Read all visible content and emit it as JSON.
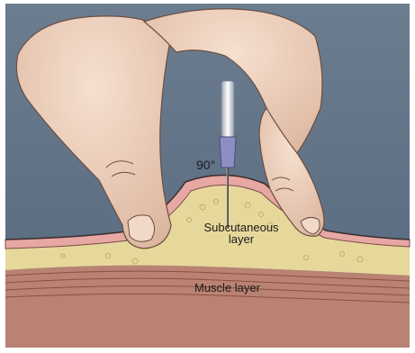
{
  "labels": {
    "angle": "90°",
    "subcutaneous_line1": "Subcutaneous",
    "subcutaneous_line2": "layer",
    "muscle": "Muscle layer"
  },
  "colors": {
    "background": "#5d6f84",
    "skin": "#e9cdb9",
    "dermis": "#e8a9a6",
    "fat": "#e8dca0",
    "muscle": "#c98a7a",
    "needle_hub": "#8d8fc4"
  }
}
